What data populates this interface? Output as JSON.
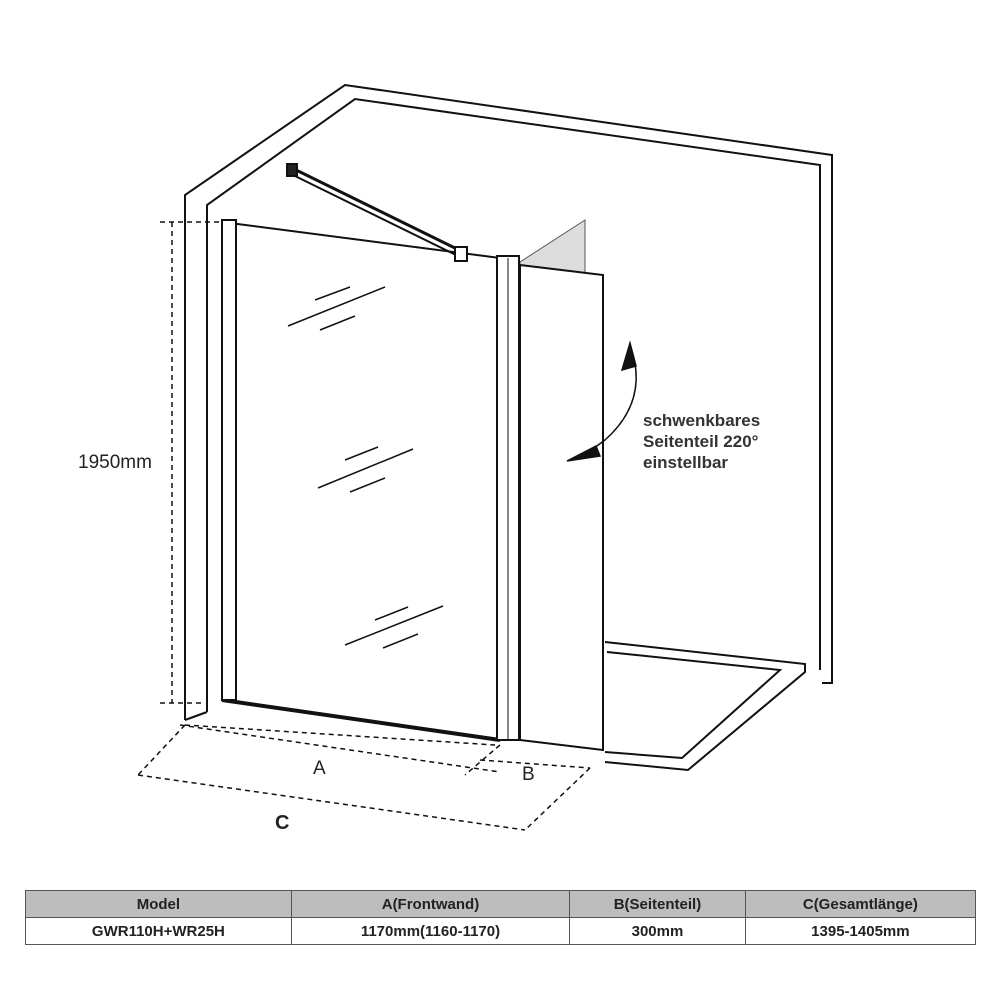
{
  "dimensions": {
    "height": "1950mm",
    "a": "A",
    "b": "B",
    "c": "C"
  },
  "note": {
    "line1": "schwenkbares",
    "line2": "Seitenteil 220°",
    "line3": "einstellbar"
  },
  "table": {
    "headers": [
      "Model",
      "A(Frontwand)",
      "B(Seitenteil)",
      "C(Gesamtlänge)"
    ],
    "rows": [
      [
        "GWR110H+WR25H",
        "1170mm(1160-1170)",
        "300mm",
        "1395-1405mm"
      ]
    ]
  }
}
